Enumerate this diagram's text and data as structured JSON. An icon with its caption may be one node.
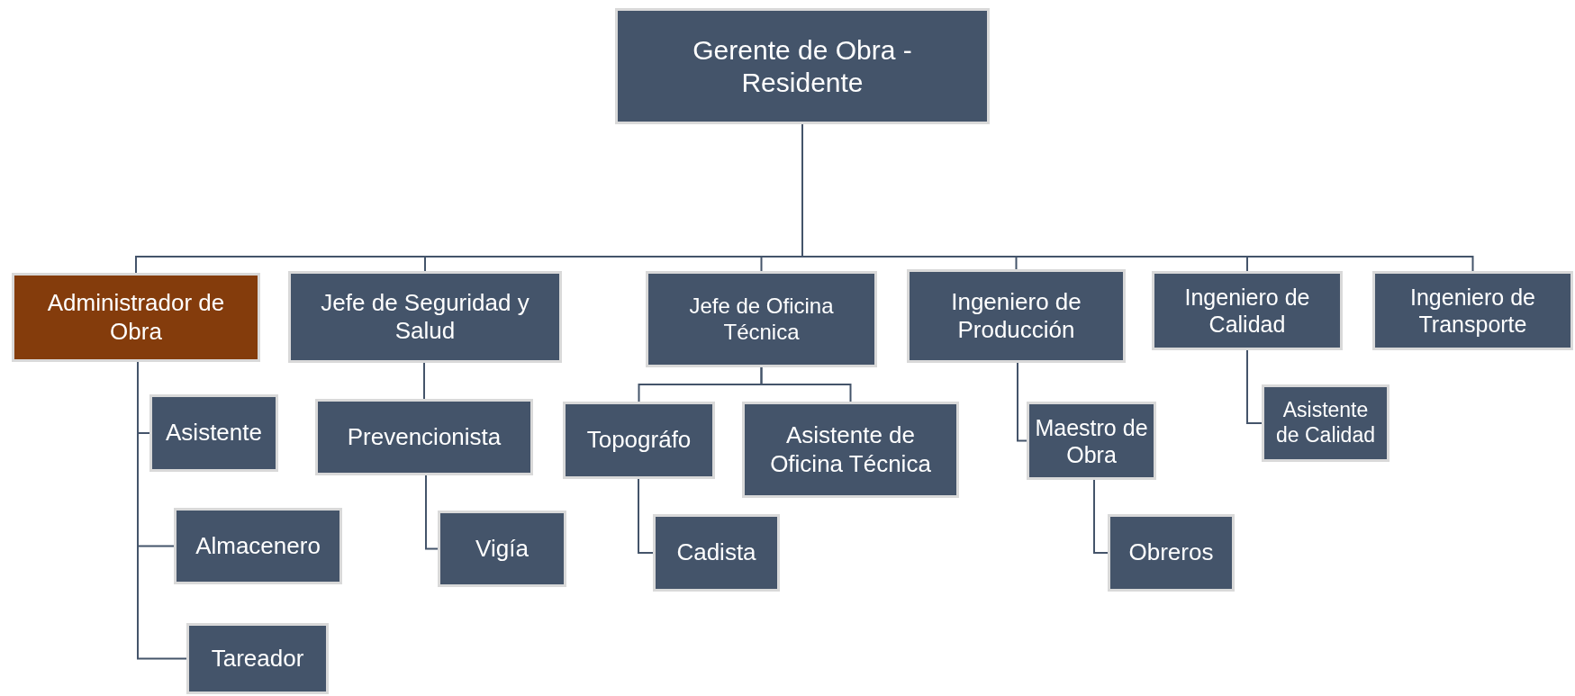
{
  "diagram": {
    "nodes": [
      {
        "text": [
          "Gerente de Obra - Residente"
        ]
      },
      {
        "text": [
          "Administrador de Obra"
        ]
      },
      {
        "text": [
          "Jefe de Seguridad y Salud"
        ]
      },
      {
        "text": [
          "Jefe de Oficina Técnica"
        ]
      },
      {
        "text": [
          "Ingeniero de Producción"
        ]
      },
      {
        "text": [
          "Ingeniero de Calidad"
        ]
      },
      {
        "text": [
          "Ingeniero de Transporte"
        ]
      },
      {
        "text": [
          "Asistente"
        ]
      },
      {
        "text": [
          "Almacenero"
        ]
      },
      {
        "text": [
          "Tareador"
        ]
      },
      {
        "text": [
          "Prevencionista"
        ]
      },
      {
        "text": [
          "Vigía"
        ]
      },
      {
        "text": [
          "Topográfo"
        ]
      },
      {
        "text": [
          "Asistente de Oficina Técnica"
        ]
      },
      {
        "text": [
          "Cadista"
        ]
      },
      {
        "text": [
          "Maestro de Obra"
        ]
      },
      {
        "text": [
          "Obreros"
        ]
      },
      {
        "text": [
          "Asistente de Calidad"
        ]
      }
    ],
    "edges": [
      {
        "from": 0,
        "to": 1,
        "arrow": "none"
      },
      {
        "from": 0,
        "to": 2,
        "arrow": "none"
      },
      {
        "from": 0,
        "to": 3,
        "arrow": "none"
      },
      {
        "from": 0,
        "to": 4,
        "arrow": "none"
      },
      {
        "from": 0,
        "to": 5,
        "arrow": "none"
      },
      {
        "from": 0,
        "to": 6,
        "arrow": "none"
      },
      {
        "from": 1,
        "to": 7,
        "arrow": "none"
      },
      {
        "from": 1,
        "to": 8,
        "arrow": "none"
      },
      {
        "from": 1,
        "to": 9,
        "arrow": "none"
      },
      {
        "from": 2,
        "to": 10,
        "arrow": "none"
      },
      {
        "from": 10,
        "to": 11,
        "arrow": "none"
      },
      {
        "from": 3,
        "to": 12,
        "arrow": "none"
      },
      {
        "from": 3,
        "to": 13,
        "arrow": "none"
      },
      {
        "from": 12,
        "to": 14,
        "arrow": "none"
      },
      {
        "from": 4,
        "to": 15,
        "arrow": "none"
      },
      {
        "from": 15,
        "to": 16,
        "arrow": "none"
      },
      {
        "from": 5,
        "to": 17,
        "arrow": "none"
      }
    ]
  }
}
